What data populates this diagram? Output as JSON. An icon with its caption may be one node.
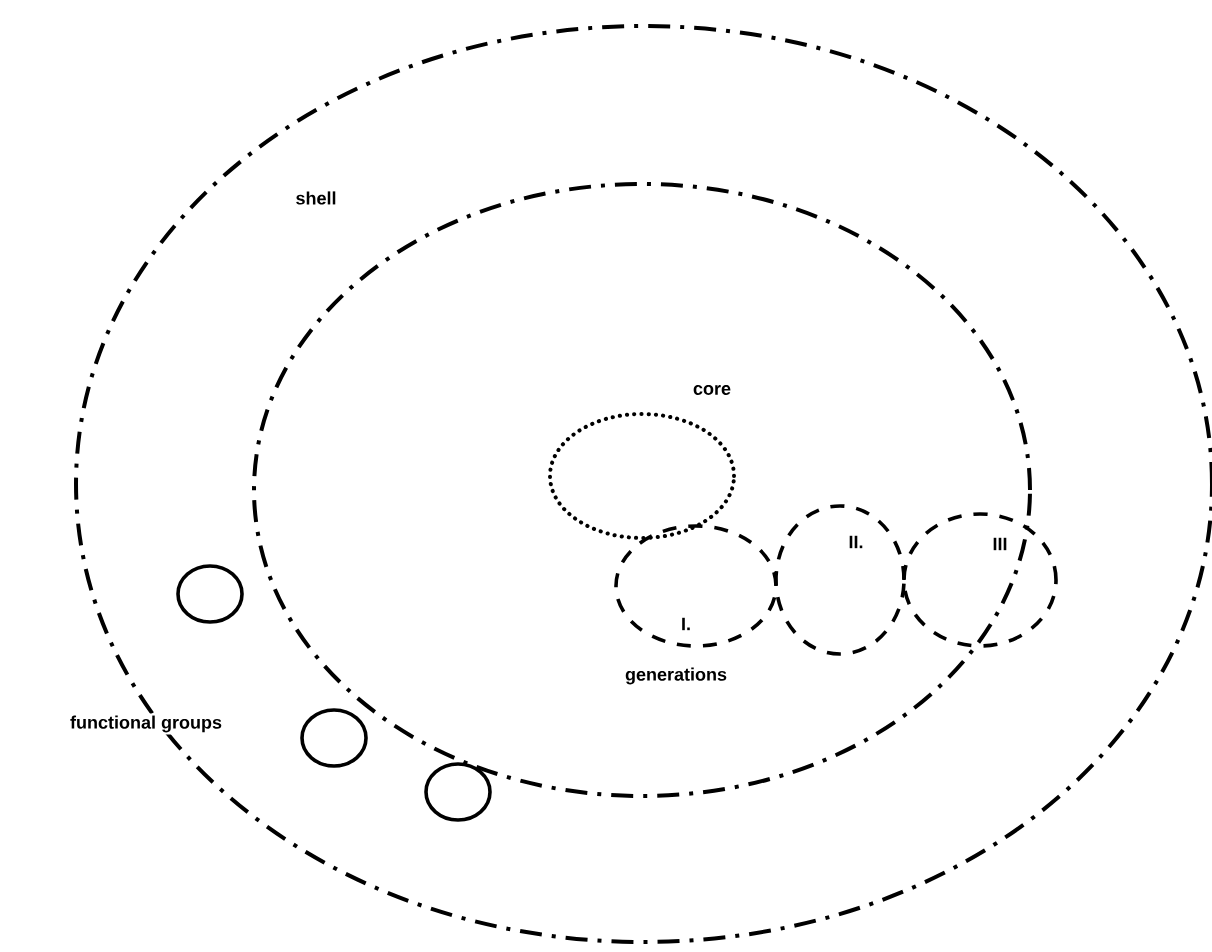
{
  "diagram": {
    "nodes": [
      {
        "text": [
          "shell"
        ]
      },
      {
        "text": [],
        "shape": "circle",
        "in": 0
      },
      {
        "text": [
          "core"
        ],
        "in": 1
      },
      {
        "text": [
          "I."
        ],
        "in": 1
      },
      {
        "text": [
          "II."
        ],
        "in": 1
      },
      {
        "text": [
          "III"
        ],
        "in": 0
      },
      {
        "text": [],
        "shape": "circle",
        "in": 0
      },
      {
        "text": [],
        "shape": "circle",
        "in": 0
      },
      {
        "text": [],
        "shape": "circle",
        "in": 0
      }
    ],
    "labels": [
      "generations",
      "functional groups"
    ]
  }
}
